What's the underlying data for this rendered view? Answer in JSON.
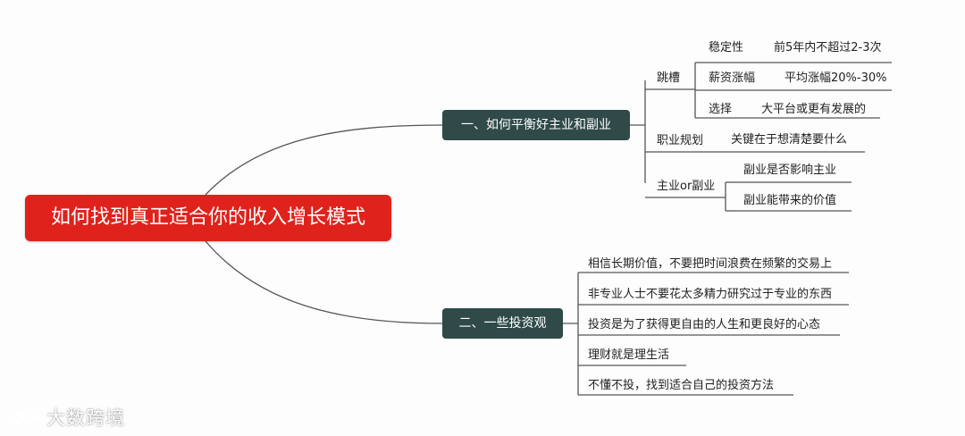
{
  "root": "如何找到真正适合你的收入增长模式",
  "branches": [
    {
      "label": "一、如何平衡好主业和副业",
      "children": [
        {
          "label": "跳槽",
          "children": [
            {
              "label": "稳定性",
              "leaf": "前5年内不超过2-3次"
            },
            {
              "label": "薪资涨幅",
              "leaf": "平均涨幅20%-30%"
            },
            {
              "label": "选择",
              "leaf": "大平台或更有发展的"
            }
          ]
        },
        {
          "label": "职业规划",
          "leaf": "关键在于想清楚要什么"
        },
        {
          "label": "主业or副业",
          "leaves": [
            "副业是否影响主业",
            "副业能带来的价值"
          ]
        }
      ]
    },
    {
      "label": "二、一些投资观",
      "leaves": [
        "相信长期价值，不要把时间浪费在频繁的交易上",
        "非专业人士不要花太多精力研究过于专业的东西",
        "投资是为了获得更自由的人生和更良好的心态",
        "理财就是理生活",
        "不懂不投，找到适合自己的投资方法"
      ]
    }
  ],
  "watermark": "大数跨境"
}
